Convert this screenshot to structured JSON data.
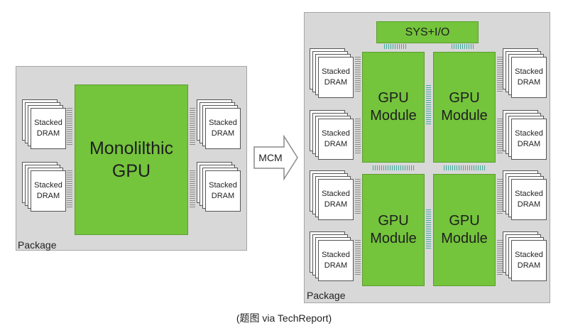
{
  "left_package": {
    "label": "Package",
    "gpu_label_line1": "Monolilthic",
    "gpu_label_line2": "GPU",
    "dram_line1": "Stacked",
    "dram_line2": "DRAM"
  },
  "arrow": {
    "label": "MCM"
  },
  "right_package": {
    "label": "Package",
    "sys_label": "SYS+I/O",
    "module_line1": "GPU",
    "module_line2": "Module",
    "dram_line1": "Stacked",
    "dram_line2": "DRAM"
  },
  "caption": "(题图 via TechReport)",
  "colors": {
    "package_fill": "#d8d8d8",
    "gpu_green": "#74c43c",
    "interconnect": "#3fa89a"
  }
}
